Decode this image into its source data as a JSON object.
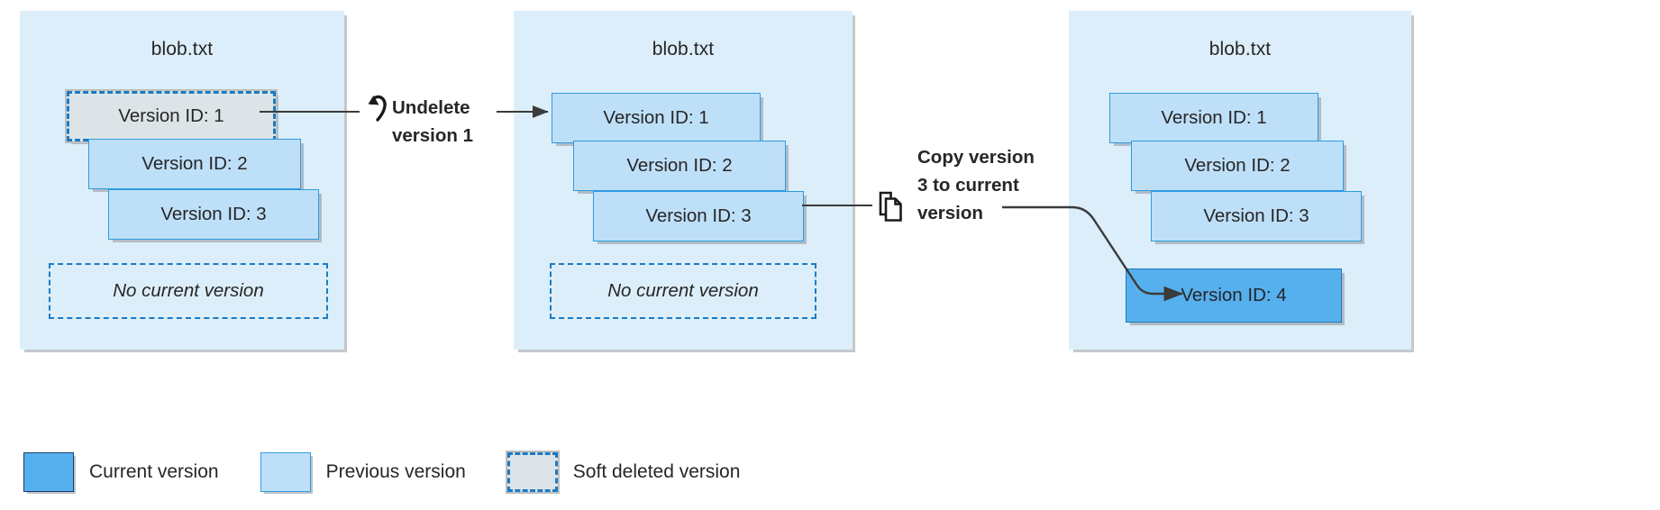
{
  "diagram": {
    "title": "Blob versioning undelete and copy flow",
    "colors": {
      "panel_bg": "#DCEEF9",
      "current_version": "#56B0EE",
      "previous_version": "#BEDFF8",
      "soft_deleted": "#DCE4E8",
      "accent_border": "#2E9BE0",
      "dashed_border": "#1C7BC4",
      "connector": "#3B3B3B",
      "text": "#262626"
    }
  },
  "panels": [
    {
      "id": "panel-1",
      "title": "blob.txt",
      "versions": [
        {
          "label": "Version ID: 1",
          "state": "soft-deleted"
        },
        {
          "label": "Version ID: 2",
          "state": "previous"
        },
        {
          "label": "Version ID: 3",
          "state": "previous"
        }
      ],
      "current_version_placeholder": "No current version"
    },
    {
      "id": "panel-2",
      "title": "blob.txt",
      "versions": [
        {
          "label": "Version ID: 1",
          "state": "previous"
        },
        {
          "label": "Version ID: 2",
          "state": "previous"
        },
        {
          "label": "Version ID: 3",
          "state": "previous"
        }
      ],
      "current_version_placeholder": "No current version"
    },
    {
      "id": "panel-3",
      "title": "blob.txt",
      "versions": [
        {
          "label": "Version ID: 1",
          "state": "previous"
        },
        {
          "label": "Version ID: 2",
          "state": "previous"
        },
        {
          "label": "Version ID: 3",
          "state": "previous"
        },
        {
          "label": "Version ID: 4",
          "state": "current"
        }
      ],
      "current_version_placeholder": null
    }
  ],
  "annotations": [
    {
      "id": "undelete",
      "icon": "undo-icon",
      "text": "Undelete\nversion 1",
      "from": "panel-1 Version ID: 1",
      "to": "panel-2 Version ID: 1"
    },
    {
      "id": "copy",
      "icon": "copy-icon",
      "text": "Copy version\n3 to current\nversion",
      "from": "panel-2 Version ID: 3",
      "to": "panel-3 Version ID: 4"
    }
  ],
  "legend": {
    "items": [
      {
        "key": "current",
        "label": "Current version"
      },
      {
        "key": "previous",
        "label": "Previous version"
      },
      {
        "key": "deleted",
        "label": "Soft deleted version"
      }
    ]
  }
}
